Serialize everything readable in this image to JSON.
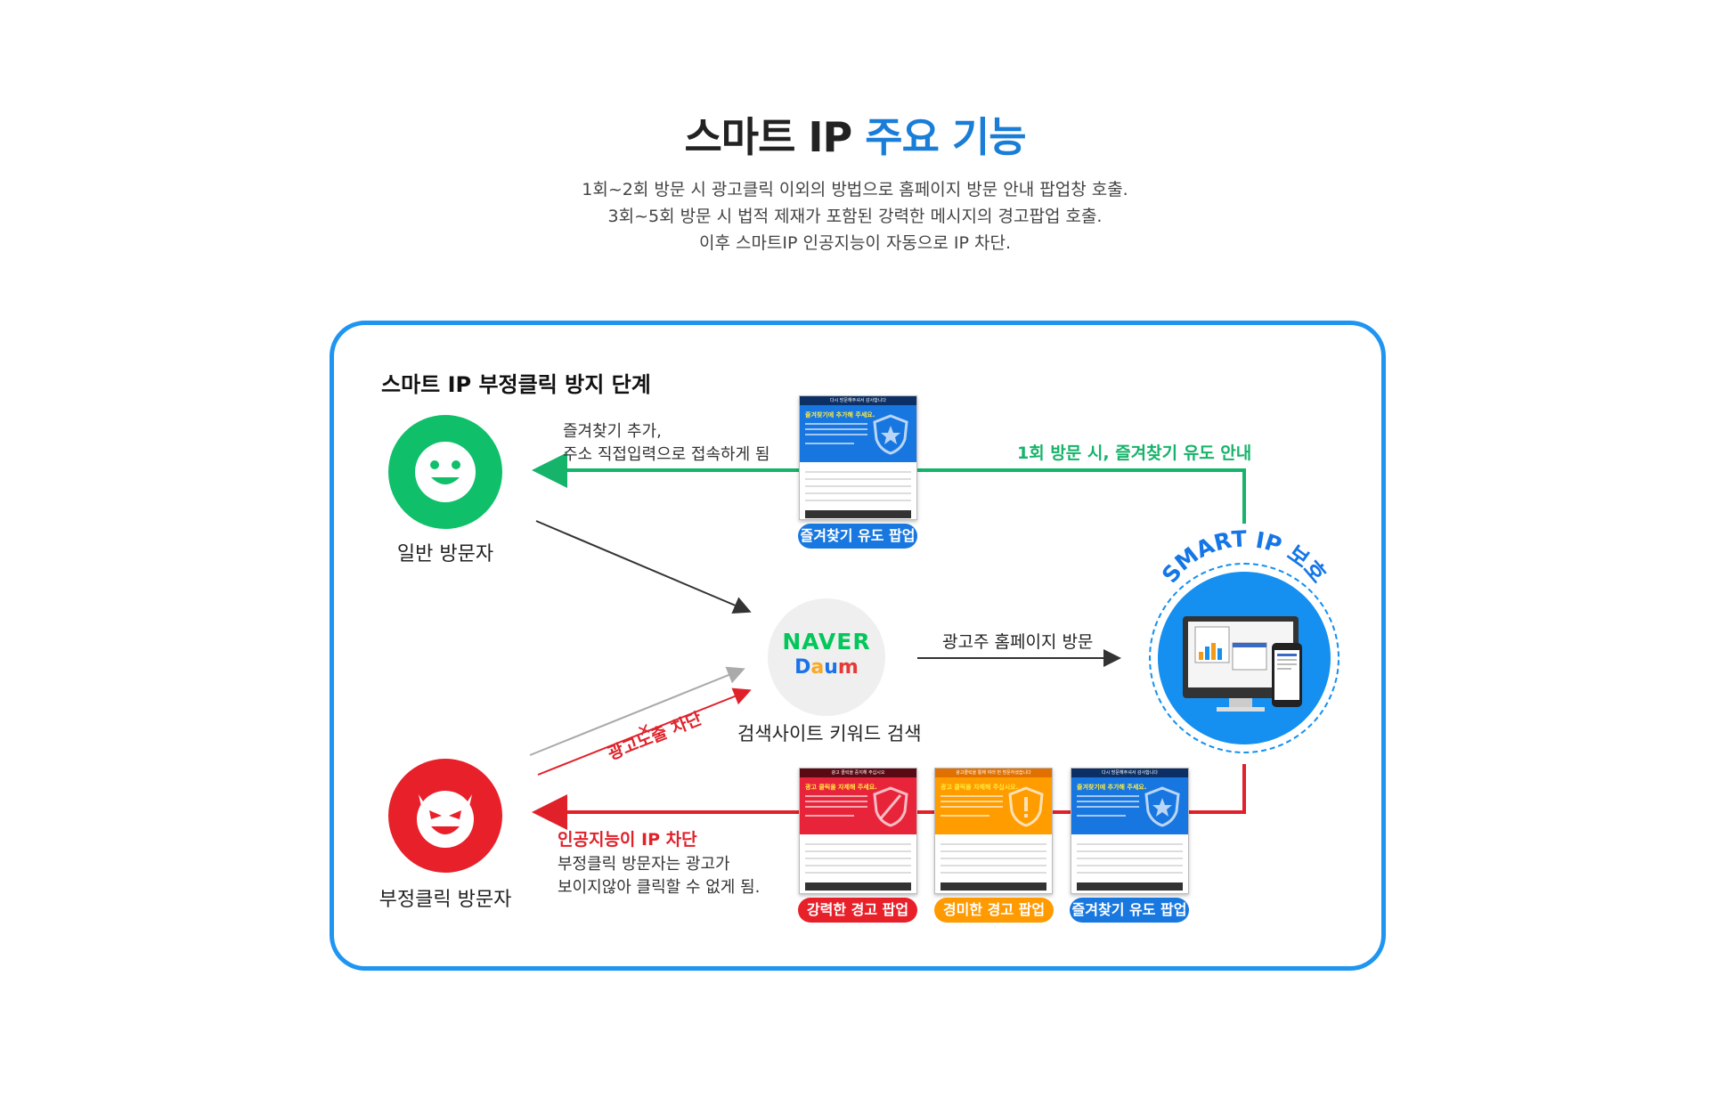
{
  "header": {
    "title_dark": "스마트 IP",
    "title_blue": "주요 기능",
    "description": [
      "1회~2회 방문 시 광고클릭 이외의 방법으로 홈페이지 방문 안내 팝업창 호출.",
      "3회~5회 방문 시 법적 제재가 포함된 강력한 메시지의 경고팝업 호출.",
      "이후 스마트IP 인공지능이 자동으로 IP 차단."
    ]
  },
  "panel": {
    "title": "스마트 IP 부정클릭 방지 단계",
    "normal_visitor": {
      "label": "일반 방문자",
      "icon": "smiley-face-icon",
      "color": "#0fbf6a"
    },
    "bad_visitor": {
      "label": "부정클릭 방문자",
      "icon": "devil-face-icon",
      "color": "#e8202a"
    },
    "search": {
      "naver": "NAVER",
      "daum": "Daum",
      "label": "검색사이트 키워드 검색"
    },
    "homepage_visit": "광고주 홈페이지 방문",
    "smart_ip": {
      "label": "SMART IP 보호",
      "icon": "monitor-devices-icon",
      "color": "#1590f0"
    },
    "bookmark_note": [
      "즐겨찾기 추가,",
      "주소 직접입력으로 접속하게 됨"
    ],
    "first_visit_guide": "1회 방문 시, 즐겨찾기 유도 안내",
    "ad_block_x": "✕",
    "ad_block": "광고노출 차단",
    "ai_block": "인공지능이 IP 차단",
    "ai_block_note": [
      "부정클릭 방문자는 광고가",
      "보이지않아 클릭할 수 없게 됨."
    ],
    "popups": {
      "top": {
        "label": "즐겨찾기 유도 팝업",
        "header": "다시 방문해주셔서 감사합니다",
        "headline": "즐겨찾기에 추가해 주세요."
      },
      "strong": {
        "label": "강력한 경고 팝업",
        "header": "광고 클릭을 중지해 주십시오",
        "headline": "광고 클릭을 자제해 주세요."
      },
      "mild": {
        "label": "경미한 경고 팝업",
        "header": "광고클릭을 통해 여러 번 방문하셨습니다",
        "headline": "광고 클릭을 자제해 주십시오."
      },
      "bookmark": {
        "label": "즐겨찾기 유도 팝업",
        "header": "다시 방문해주셔서 감사합니다",
        "headline": "즐겨찾기에 추가해 주세요."
      }
    }
  }
}
